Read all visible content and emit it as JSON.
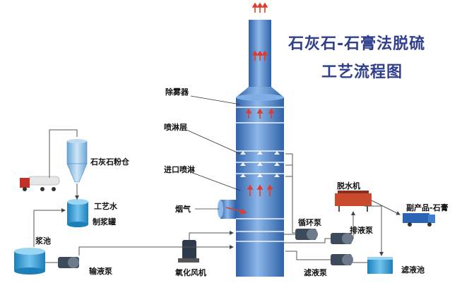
{
  "title": {
    "line1": "石灰石-石膏法脱硫",
    "line2": "工艺流程图"
  },
  "labels": {
    "demister": "除雾器",
    "spray_layer": "喷淋层",
    "inlet_spray": "进口喷淋",
    "flue_gas": "烟气",
    "limestone_silo": "石灰石粉仓",
    "process_water": "工艺水",
    "slurry_tank": "制浆罐",
    "slurry_pool": "浆池",
    "transfer_pump": "输液泵",
    "oxidation_fan": "氧化风机",
    "circulation_pump": "循环泵",
    "dewatering_machine": "脱水机",
    "byproduct": "副产品-石膏",
    "discharge_pump": "排液泵",
    "filtrate_pump": "滤液泵",
    "filtrate_pool": "滤液池"
  },
  "colors": {
    "tower": "#5b8fd0",
    "tower_dark": "#2f62a8",
    "title": "#2f3f8e",
    "flow_arrow": "#e23b2e",
    "pipe": "#555555"
  }
}
